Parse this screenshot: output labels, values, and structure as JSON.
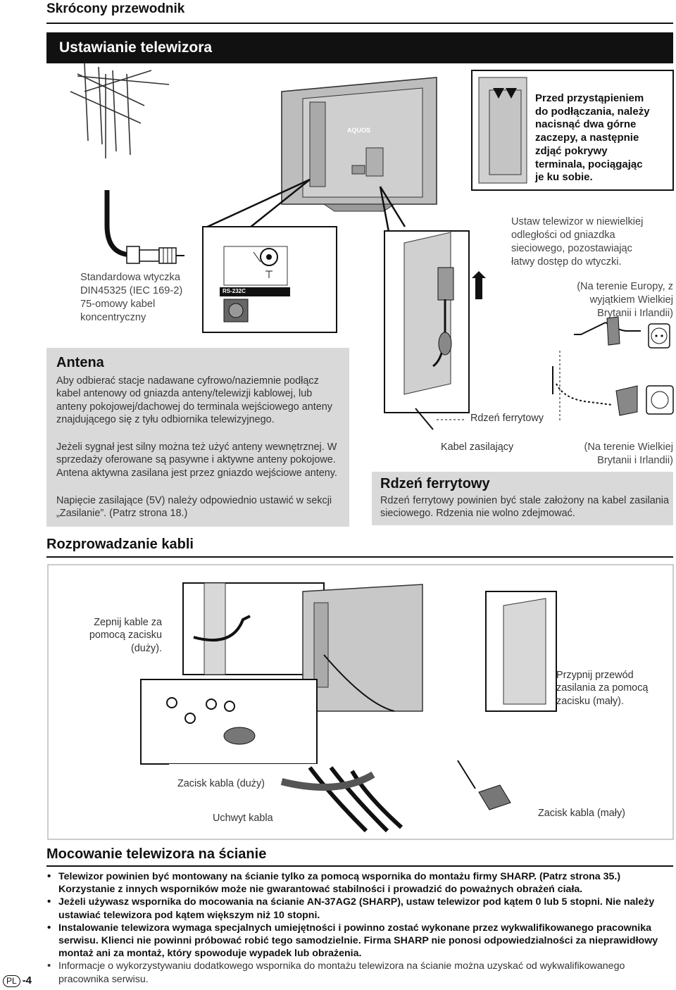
{
  "header": {
    "title": "Skrócony przewodnik"
  },
  "section1": {
    "title": "Ustawianie telewizora"
  },
  "tv_brand": "AQUOS",
  "rs232c": "RS-232C",
  "top_note": {
    "lines": [
      "Przed przystąpieniem",
      "do podłączania, należy",
      "nacisnąć dwa górne",
      "zaczepy, a następnie",
      "zdjąć pokrywy",
      "terminala, pociągając",
      "je ku sobie."
    ]
  },
  "plug_note": {
    "lines": [
      "Standardowa wtyczka",
      "DIN45325 (IEC 169-2)",
      "75-omowy kabel",
      "koncentryczny"
    ]
  },
  "outlet_note": {
    "lines": [
      "Ustaw telewizor w niewielkiej",
      "odległości od gniazdka",
      "sieciowego, pozostawiając",
      "łatwy dostęp do wtyczki."
    ]
  },
  "europe_note": {
    "lines": [
      "(Na terenie Europy, z",
      "wyjątkiem Wielkiej",
      "Brytanii i Irlandii)"
    ]
  },
  "uk_note": {
    "lines": [
      "(Na terenie Wielkiej",
      "Brytanii i Irlandii)"
    ]
  },
  "labels": {
    "ferrite_core": "Rdzeń ferrytowy",
    "power_cable": "Kabel zasilający",
    "zip_large": "Zepnij kable za\npomocą zacisku\n(duży).",
    "zip_small": "Przypnij przewód\nzasilania za pomocą\nzacisku (mały).",
    "clamp_large": "Zacisk kabla (duży)",
    "cable_holder": "Uchwyt kabla",
    "clamp_small": "Zacisk kabla (mały)"
  },
  "antena": {
    "title": "Antena",
    "p1": "Aby odbierać stacje nadawane cyfrowo/naziemnie podłącz kabel antenowy od gniazda anteny/telewizji kablowej, lub anteny pokojowej/dachowej do terminala wejściowego anteny znajdującego się z tyłu odbiornika telewizyjnego.",
    "p2": "Jeżeli sygnał jest silny można też użyć anteny wewnętrznej. W sprzedaży oferowane są pasywne i aktywne anteny pokojowe. Antena aktywna zasilana jest przez gniazdo wejściowe anteny.",
    "p3": "Napięcie zasilające (5V) należy odpowiednio ustawić w sekcji „Zasilanie”. (Patrz strona 18.)"
  },
  "ferrite": {
    "title": "Rdzeń ferrytowy",
    "text": "Rdzeń ferrytowy powinien być stale założony na kabel zasilania sieciowego. Rdzenia nie wolno zdejmować."
  },
  "section2": {
    "title": "Rozprowadzanie kabli"
  },
  "section3": {
    "title": "Mocowanie telewizora na ścianie"
  },
  "bullets": [
    "Telewizor powinien być montowany na ścianie tylko za pomocą wspornika do montażu firmy SHARP. (Patrz strona 35.) Korzystanie z innych wsporników może nie gwarantować stabilności i prowadzić do poważnych obrażeń ciała.",
    "Jeżeli używasz wspornika do mocowania na ścianie AN-37AG2 (SHARP), ustaw telewizor pod kątem 0 lub 5 stopni. Nie należy ustawiać telewizora pod kątem większym niż 10 stopni.",
    "Instalowanie telewizora wymaga specjalnych umiejętności i powinno zostać wykonane przez wykwalifikowanego pracownika serwisu. Klienci nie powinni próbować robić tego samodzielnie. Firma SHARP nie ponosi odpowiedzialności za nieprawidłowy montaż ani za montaż, który spowoduje wypadek lub obrażenia.",
    "Informacje o wykorzystywaniu dodatkowego wspornika do montażu telewizora na ścianie można uzyskać od wykwalifikowanego pracownika serwisu."
  ],
  "page": {
    "lang": "PL",
    "number": "-4"
  }
}
